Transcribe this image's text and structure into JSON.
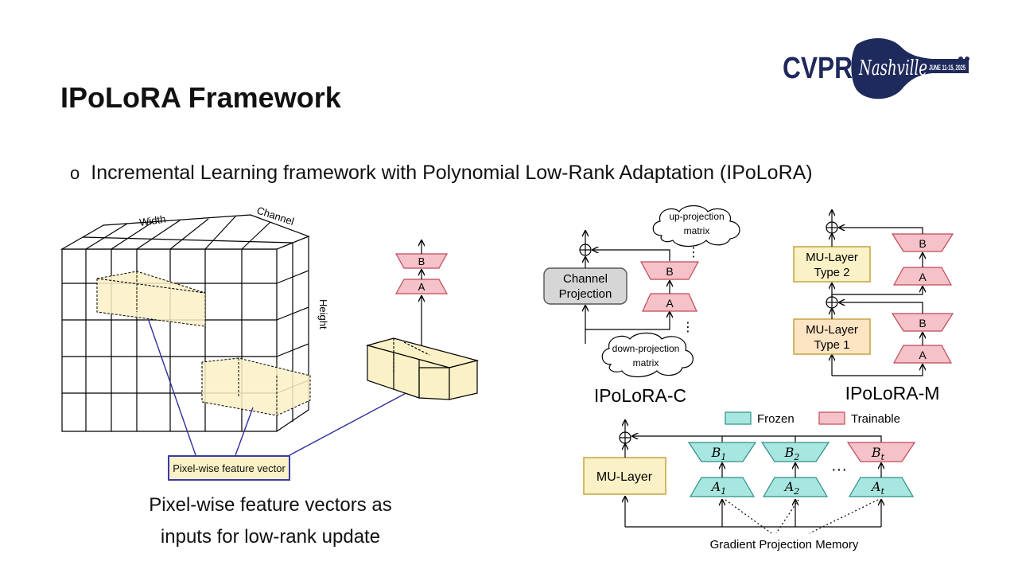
{
  "slide": {
    "title": "IPoLoRA Framework",
    "bullet": "Incremental Learning framework with Polynomial Low-Rank Adaptation (IPoLoRA)",
    "bullet_marker": "o",
    "caption_line1": "Pixel-wise feature vectors as",
    "caption_line2": "inputs for low-rank update"
  },
  "logo": {
    "cvpr": "CVPR",
    "city": "Nashville",
    "dates": "JUNE 11-15, 2025",
    "color": "#1f2a5c"
  },
  "tensor": {
    "width_label": "Width",
    "channel_label": "Channel",
    "height_label": "Height",
    "feature_vector_label": "Pixel-wise feature vector"
  },
  "lora": {
    "b_label": "B",
    "a_label": "A"
  },
  "ipolora_c": {
    "name": "IPoLoRA-C",
    "channel_projection_line1": "Channel",
    "channel_projection_line2": "Projection",
    "b_label": "B",
    "a_label": "A",
    "up_line1": "up-projection",
    "up_line2": "matrix",
    "down_line1": "down-projection",
    "down_line2": "matrix"
  },
  "ipolora_m": {
    "name": "IPoLoRA-M",
    "type2_line1": "MU-Layer",
    "type2_line2": "Type 2",
    "type1_line1": "MU-Layer",
    "type1_line2": "Type 1",
    "b_label": "B",
    "a_label": "A"
  },
  "legend": {
    "frozen": "Frozen",
    "trainable": "Trainable",
    "frozen_color": "#a8e6e0",
    "trainable_color": "#f4c2c8"
  },
  "incremental": {
    "mu_layer": "MU-Layer",
    "b1": "B",
    "b1_sub": "1",
    "b2": "B",
    "b2_sub": "2",
    "bt": "B",
    "bt_sub": "t",
    "a1": "A",
    "a1_sub": "1",
    "a2": "A",
    "a2_sub": "2",
    "at": "A",
    "at_sub": "t",
    "ellipsis": "···",
    "gpm": "Gradient Projection Memory"
  },
  "colors": {
    "yellow_fill": "#fbf1c6",
    "yellow_border": "#c9a94a",
    "pink_fill": "#f4c2c8",
    "teal_fill": "#a8e6e0",
    "blue_line": "#2f2f9e"
  }
}
